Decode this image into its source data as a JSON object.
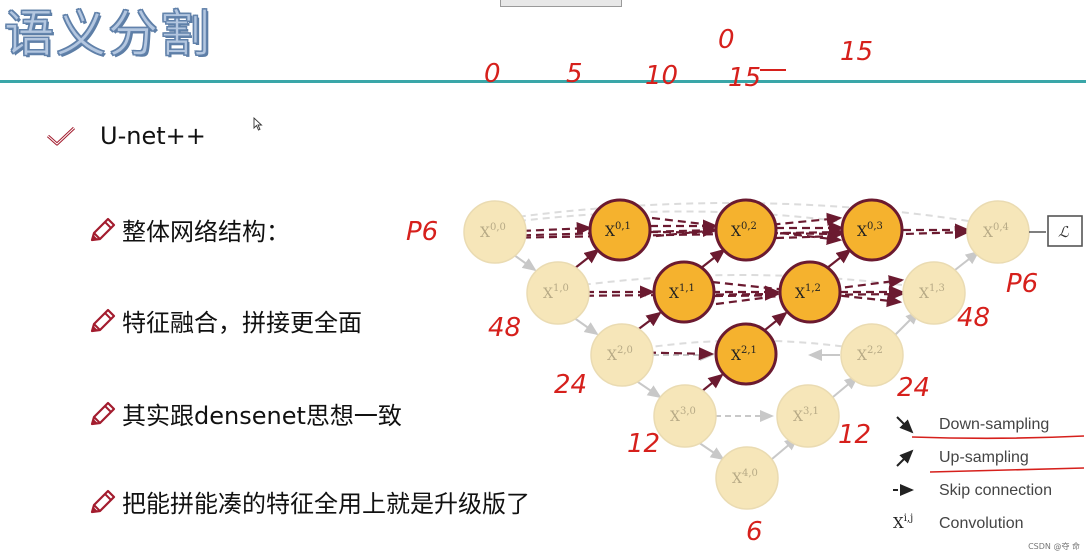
{
  "slide": {
    "title": "语义分割",
    "main_bullet": "U-net++",
    "sub_bullets": [
      "整体网络结构：",
      "特征融合，拼接更全面",
      "其实跟densenet思想一致",
      "把能拼能凑的特征全用上就是升级版了"
    ]
  },
  "diagram": {
    "nodes": {
      "x00": {
        "base": "X",
        "sup": "0,0"
      },
      "x10": {
        "base": "X",
        "sup": "1,0"
      },
      "x20": {
        "base": "X",
        "sup": "2,0"
      },
      "x30": {
        "base": "X",
        "sup": "3,0"
      },
      "x40": {
        "base": "X",
        "sup": "4,0"
      },
      "x01": {
        "base": "X",
        "sup": "0,1"
      },
      "x11": {
        "base": "X",
        "sup": "1,1"
      },
      "x21": {
        "base": "X",
        "sup": "2,1"
      },
      "x31": {
        "base": "X",
        "sup": "3,1"
      },
      "x02": {
        "base": "X",
        "sup": "0,2"
      },
      "x12": {
        "base": "X",
        "sup": "1,2"
      },
      "x22": {
        "base": "X",
        "sup": "2,2"
      },
      "x03": {
        "base": "X",
        "sup": "0,3"
      },
      "x13": {
        "base": "X",
        "sup": "1,3"
      },
      "x04": {
        "base": "X",
        "sup": "0,4"
      }
    },
    "loss_label": "ℒ",
    "legend": {
      "down": "Down-sampling",
      "up": "Up-sampling",
      "skip": "Skip connection",
      "conv_base": "X",
      "conv_sup": "i,j",
      "conv": "Convolution"
    }
  },
  "annotations": {
    "top": [
      "0",
      "5",
      "10",
      "15",
      "0",
      "15"
    ],
    "p6_left": "P6",
    "p6_right": "P6",
    "n48_left": "48",
    "n48_right": "48",
    "n24_left": "24",
    "n24_right": "24",
    "n12_left": "12",
    "n12_right": "12",
    "n6": "6"
  },
  "watermark": "CSDN @夺 命",
  "colors": {
    "title_fill": "#b4c7e0",
    "rule": "#3aa6a8",
    "node_pale": "#f6e6b9",
    "node_active": "#f5b22e",
    "node_active_border": "#6b1a30",
    "arrow_dark": "#6b1a30",
    "handwriting": "#d6201c"
  }
}
